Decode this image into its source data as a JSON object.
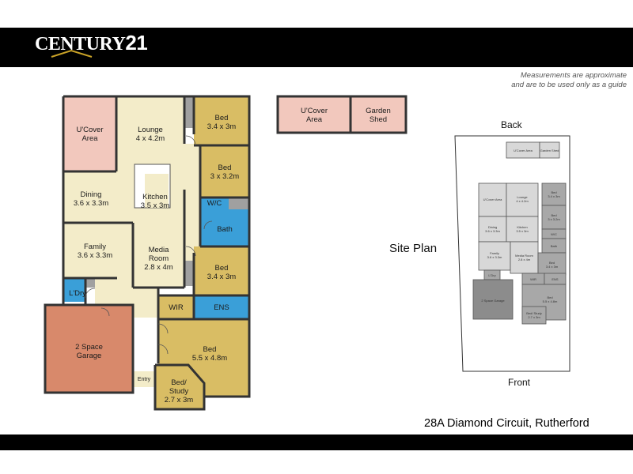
{
  "brand": {
    "logo_text": "CENTURY",
    "logo_number": "21",
    "colors": {
      "header": "#000000",
      "roof_gold": "#c9a227"
    }
  },
  "disclaimer": {
    "line1": "Measurements are approximate",
    "line2": "and are to be used only as a guide"
  },
  "address": "28A Diamond Circuit, Rutherford",
  "site_plan": {
    "title": "Site Plan",
    "back": "Back",
    "front": "Front"
  },
  "colors": {
    "living": "#f3ecc9",
    "bedroom": "#d9bd64",
    "wet": "#3a9fd8",
    "garage": "#d8896b",
    "outdoor": "#f2c8bd",
    "wall": "#333333",
    "service": "#a0a0a0"
  },
  "rooms": {
    "ucover": {
      "name": "U'Cover",
      "name2": "Area"
    },
    "lounge": {
      "name": "Lounge",
      "dims": "4 x 4.2m"
    },
    "bed1": {
      "name": "Bed",
      "dims": "3.4 x 3m"
    },
    "bed2": {
      "name": "Bed",
      "dims": "3 x 3.2m"
    },
    "dining": {
      "name": "Dining",
      "dims": "3.6 x 3.3m"
    },
    "kitchen": {
      "name": "Kitchen",
      "dims": "3.5 x 3m"
    },
    "wc": {
      "name": "W/C"
    },
    "bath": {
      "name": "Bath"
    },
    "family": {
      "name": "Family",
      "dims": "3.6 x 3.3m"
    },
    "media": {
      "name": "Media",
      "name2": "Room",
      "dims": "2.8 x 4m"
    },
    "bed3": {
      "name": "Bed",
      "dims": "3.4 x 3m"
    },
    "ldry": {
      "name": "L'Dry"
    },
    "wir": {
      "name": "WIR"
    },
    "ens": {
      "name": "ENS"
    },
    "garage": {
      "name": "2 Space",
      "name2": "Garage"
    },
    "master": {
      "name": "Bed",
      "dims": "5.5 x 4.8m"
    },
    "study": {
      "name": "Bed/",
      "name2": "Study",
      "dims": "2.7 x 3m"
    },
    "entry": {
      "name": "Entry"
    },
    "ucover_out": {
      "name": "U'Cover",
      "name2": "Area"
    },
    "shed": {
      "name": "Garden",
      "name2": "Shed"
    }
  },
  "mini": {
    "ucover": "U'Cover Area",
    "shed": "Garden Shed",
    "lounge": "Lounge",
    "lounge_dims": "4 x 4.2m",
    "bed1": "Bed",
    "bed1_dims": "3.4 x 3m",
    "bed2": "Bed",
    "bed2_dims": "3 x 3.2m",
    "ucover_in": "U'Cover Area",
    "dining": "Dining",
    "dining_dims": "3.6 x 3.3m",
    "kitchen": "Kitchen",
    "kitchen_dims": "3.5 x 3m",
    "wc": "W/C",
    "bath": "Bath",
    "family": "Family",
    "family_dims": "3.6 x 3.3m",
    "media": "Media Room",
    "media_dims": "2.8 x 4m",
    "bed3": "Bed",
    "bed3_dims": "3.4 x 3m",
    "ldry": "L'Dry",
    "wir": "WIR",
    "ens": "ENS",
    "garage": "2 Space Garage",
    "master": "Bed",
    "master_dims": "5.5 x 4.8m",
    "study": "Bed/ Study",
    "study_dims": "2.7 x 3m"
  }
}
